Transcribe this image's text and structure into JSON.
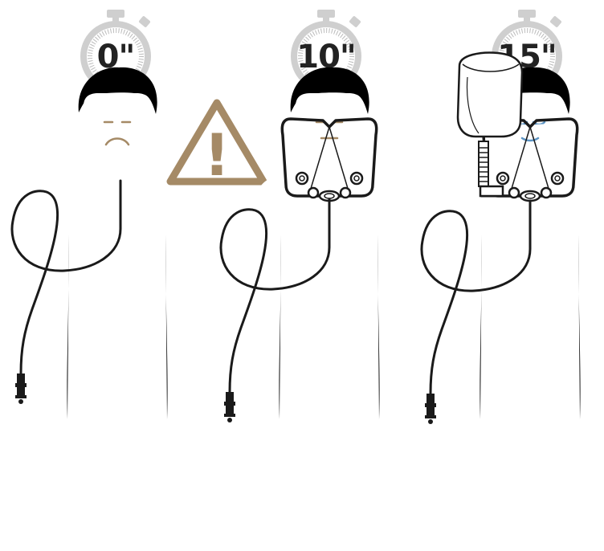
{
  "colors": {
    "tan": "#a58a66",
    "blue": "#5d95c4",
    "blue_fill": "#6f9dc8",
    "dark": "#1a1a1a",
    "timer_ring": "#cfcfcf"
  },
  "stages": [
    {
      "timer_label": "0\"",
      "skin": "tan",
      "icon": "warning-triangle-icon",
      "mask": "none"
    },
    {
      "timer_label": "10\"",
      "skin": "tan",
      "icon": "oxygen-mask-icon",
      "mask": "mask-only"
    },
    {
      "timer_label": "15\"",
      "skin": "blue",
      "icon": "oxygen-mask-with-bag-icon",
      "mask": "mask-and-bag"
    }
  ],
  "warning": {
    "symbol": "!"
  }
}
